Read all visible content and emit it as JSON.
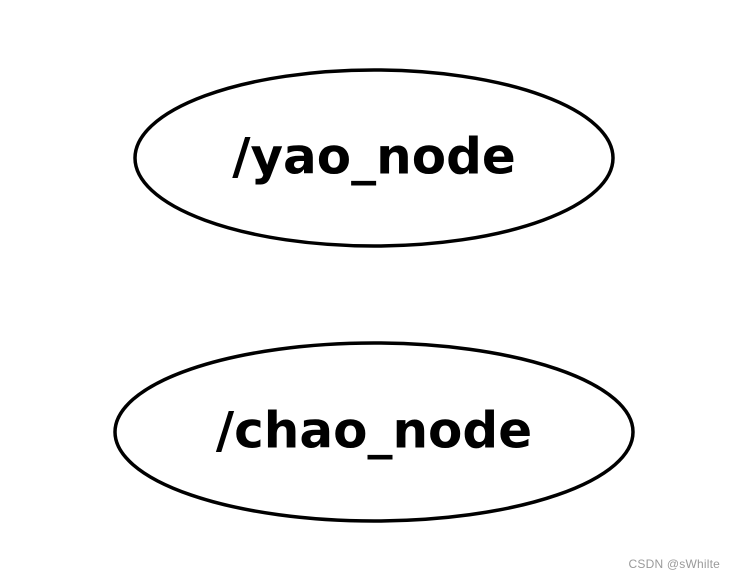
{
  "graph": {
    "nodes": [
      {
        "id": "yao",
        "label": "/yao_node"
      },
      {
        "id": "chao",
        "label": "/chao_node"
      }
    ],
    "edges": []
  },
  "watermark": "CSDN @sWhilte"
}
